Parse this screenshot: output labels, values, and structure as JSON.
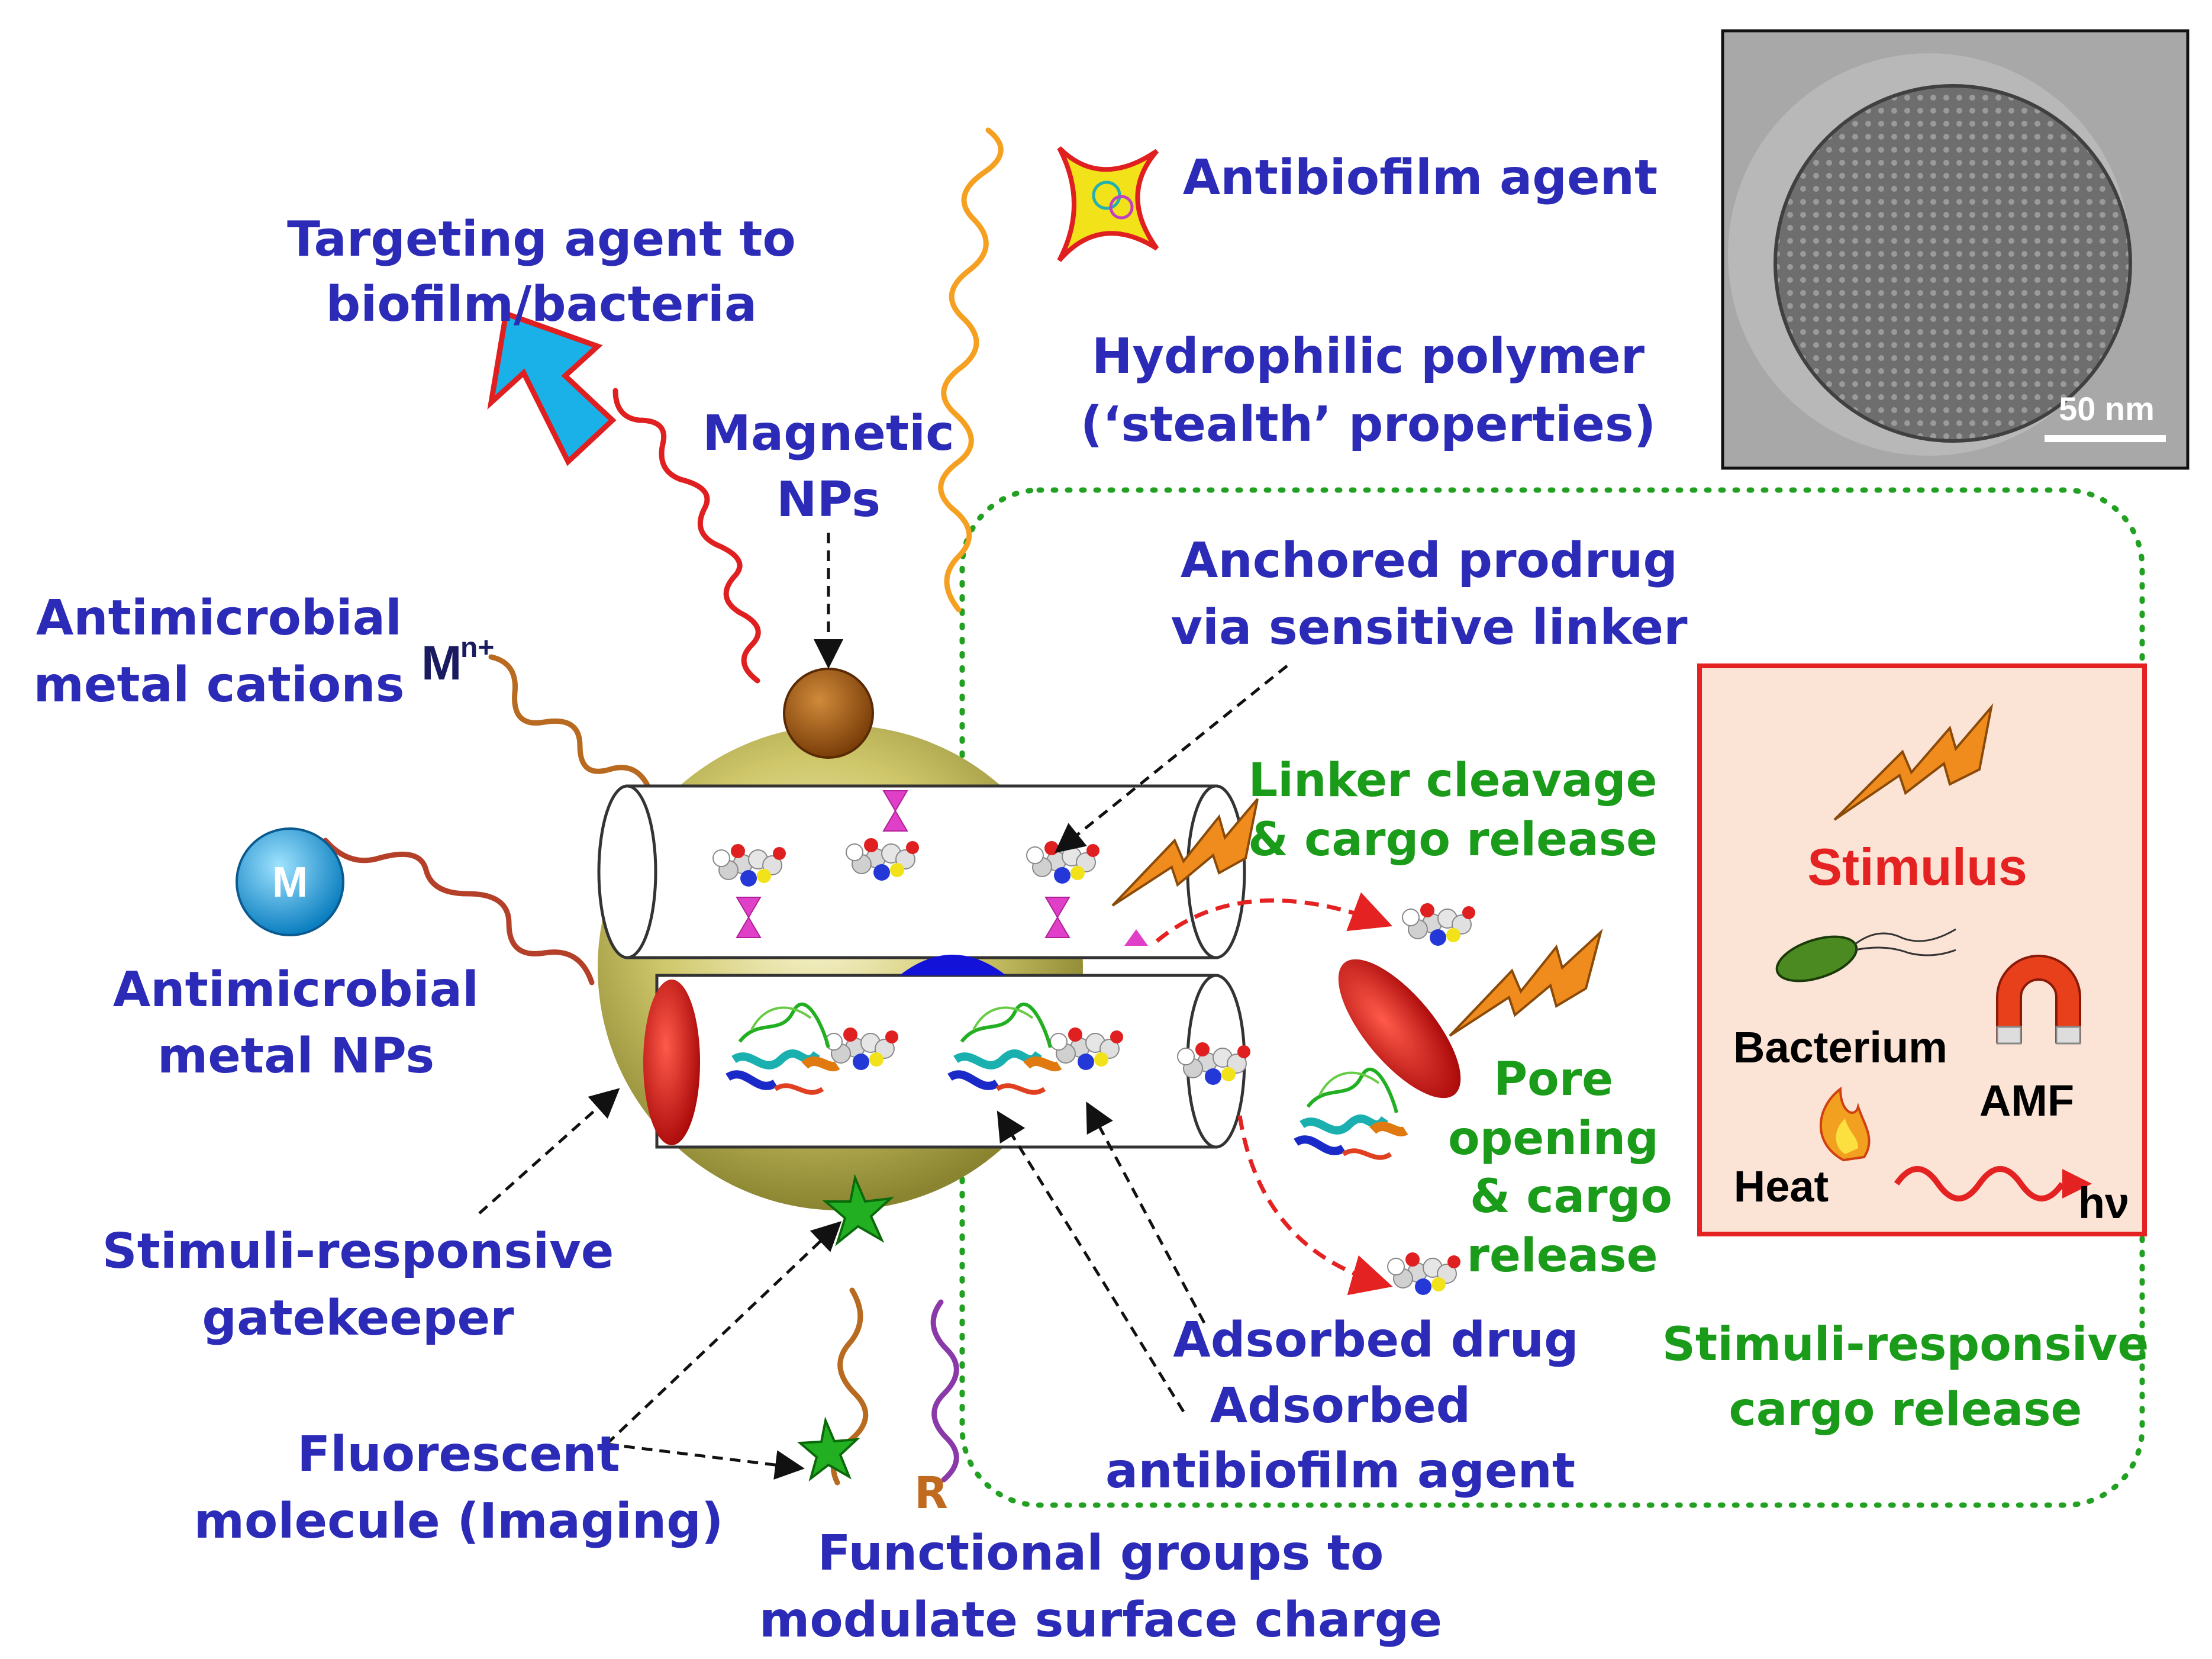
{
  "labels": {
    "targeting_1": "Targeting agent to",
    "targeting_2": "biofilm/bacteria",
    "antibiofilm": "Antibiofilm agent",
    "hydrophilic_1": "Hydrophilic polymer",
    "hydrophilic_2": "(‘stealth’ properties)",
    "magnetic_1": "Magnetic",
    "magnetic_2": "NPs",
    "metal_cations_1": "Antimicrobial",
    "metal_cations_2": "metal cations",
    "metal_symbol": "M",
    "metal_charge": "n+",
    "metal_np_symbol": "M",
    "metal_nps_1": "Antimicrobial",
    "metal_nps_2": "metal NPs",
    "gatekeeper_1": "Stimuli-responsive",
    "gatekeeper_2": "gatekeeper",
    "fluorescent_1": "Fluorescent",
    "fluorescent_2": "molecule (Imaging)",
    "functional_1": "Functional groups to",
    "functional_2": "modulate surface charge",
    "r_group": "R",
    "prodrug_1": "Anchored prodrug",
    "prodrug_2": "via sensitive linker",
    "adsorbed_drug": "Adsorbed drug",
    "adsorbed_agent_1": "Adsorbed",
    "adsorbed_agent_2": "antibiofilm agent",
    "linker_1": "Linker cleavage",
    "linker_2": "& cargo release",
    "pore_1": "Pore",
    "pore_2": "opening",
    "pore_3": "& cargo",
    "pore_4": "release",
    "cargo_1": "Stimuli-responsive",
    "cargo_2": "cargo release"
  },
  "legend": {
    "title": "Stimulus",
    "bacterium": "Bacterium",
    "amf": "AMF",
    "heat": "Heat",
    "light": "hν"
  },
  "micrograph": {
    "scale_bar": "50 nm"
  },
  "colors": {
    "label_blue": "#2b2bb8",
    "label_green": "#1a9c1a",
    "stimulus_red": "#e52222",
    "dotted_green": "#22a022",
    "sphere": "#b9b24a",
    "bolt_orange": "#f08c1e",
    "gate_red": "#d81414",
    "linker_magenta": "#e040c8",
    "cap_blue": "#1212d8",
    "magnetic_brown": "#a85a10",
    "metal_np_cyan": "#1aa3e0",
    "legend_bg": "#fbe3d6"
  }
}
